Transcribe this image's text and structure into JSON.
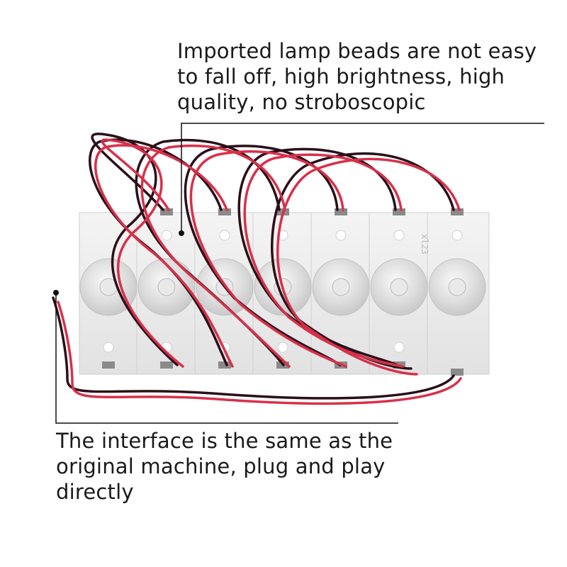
{
  "captions": {
    "top": "Imported lamp beads are not easy to fall off, high brightness, high quality, no stroboscopic",
    "bottom": "The interface is the same as the original machine, plug and play directly"
  },
  "board_marking": "xl23",
  "colors": {
    "wire_red": "#d8304a",
    "wire_black": "#2a1018",
    "board": "#ececec",
    "lens": "#dadada",
    "leader_line": "#111111"
  }
}
